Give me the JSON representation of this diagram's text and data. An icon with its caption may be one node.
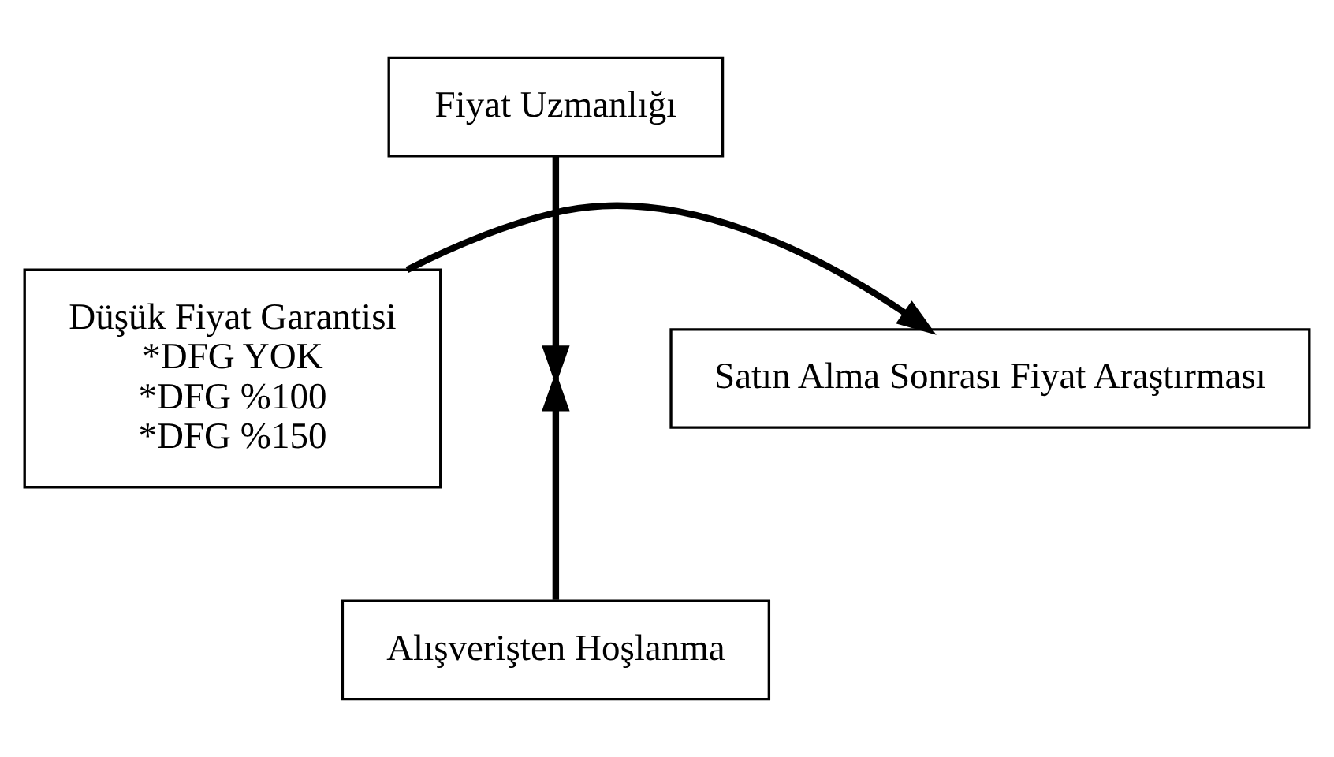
{
  "diagram": {
    "nodes": [
      {
        "text": [
          "Düşük Fiyat Garantisi",
          "*DFG YOK",
          "*DFG %100",
          "*DFG %150"
        ]
      },
      {
        "text": [
          "Fiyat Uzmanlığı"
        ]
      },
      {
        "text": [
          "Alışverişten Hoşlanma"
        ]
      },
      {
        "text": [
          "Satın Alma Sonrası Fiyat Araştırması"
        ]
      }
    ],
    "edges": [
      {
        "from": 0,
        "to": 3,
        "arrow": "to"
      },
      {
        "from": 1,
        "to": null,
        "arrow": "to"
      },
      {
        "from": 2,
        "to": null,
        "arrow": "to"
      }
    ]
  }
}
